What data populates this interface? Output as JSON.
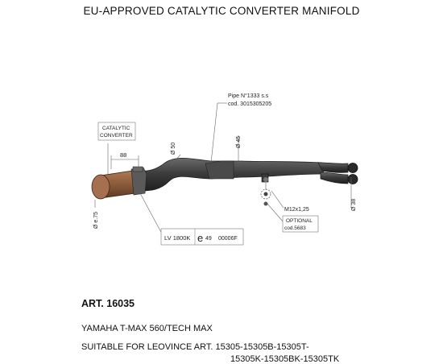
{
  "title": "EU-APPROVED CATALYTIC CONVERTER MANIFOLD",
  "labels": {
    "catalytic_line1": "CATALYTIC",
    "catalytic_line2": "CONVERTER",
    "pipe_line1": "Pipe N°1333 s.s",
    "pipe_line2": "cod. 3015305205",
    "dim_88": "88",
    "dim_50": "Ø 50",
    "dim_45": "Ø 45",
    "dim_75": "Ø e.75",
    "dim_38": "Ø 38",
    "thread": "M12x1,25",
    "optional_line1": "OPTIONAL",
    "optional_line2": "cod.5683",
    "homologation_lv": "LV 1800K",
    "homologation_e": "e",
    "homologation_num": "49",
    "homologation_code": "00006F"
  },
  "footer": {
    "art": "ART. 16035",
    "model": "YAMAHA T-MAX 560/TECH MAX",
    "suitable_line1": "SUITABLE FOR LEOVINCE ART. 15305-15305B-15305T-",
    "suitable_line2": "15305K-15305BK-15305TK"
  },
  "colors": {
    "pipe": "#3e3e3e",
    "converter": "#8a5a3a",
    "line": "#555555"
  }
}
